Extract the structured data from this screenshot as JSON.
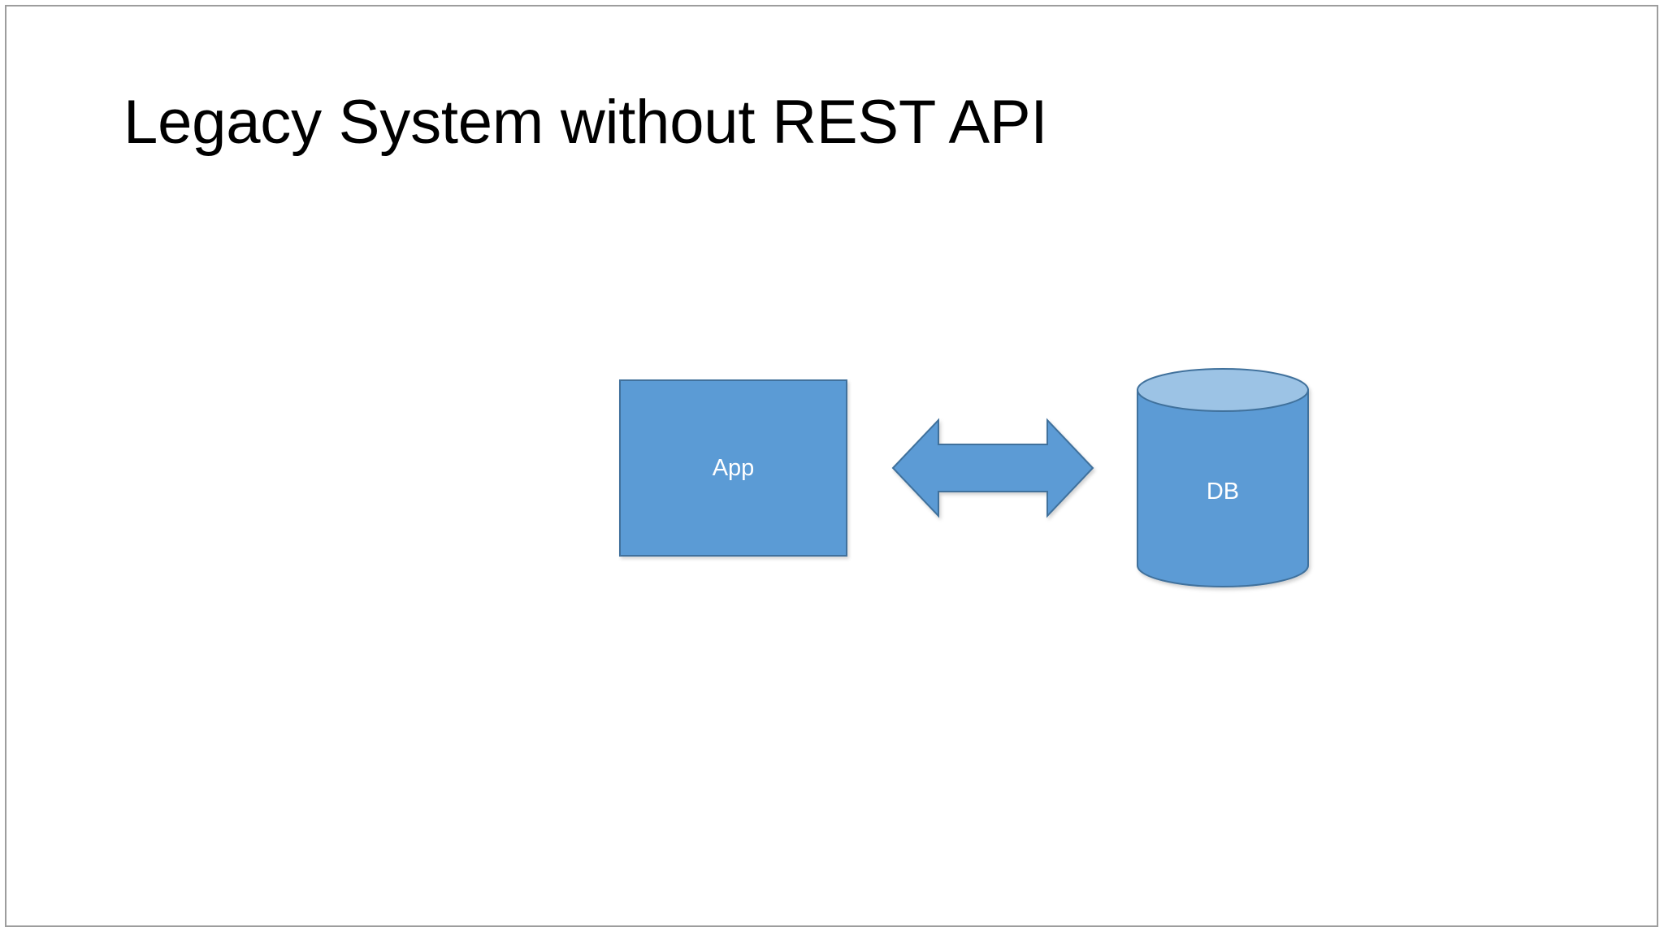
{
  "slide": {
    "title": "Legacy System without REST API",
    "background_color": "#FFFFFF",
    "frame_color": "#9D9D9D",
    "title_color": "#000000"
  },
  "diagram": {
    "type": "architecture-diagram",
    "accent_color": "#5B9BD5",
    "accent_border_color": "#41719C",
    "accent_light_color": "#9CC3E5",
    "label_color": "#FFFFFF",
    "nodes": [
      {
        "id": "app",
        "label": "App",
        "shape": "rectangle",
        "fill": "#5B9BD5",
        "stroke": "#41719C"
      },
      {
        "id": "db",
        "label": "DB",
        "shape": "cylinder",
        "fill": "#5B9BD5",
        "top_fill": "#9CC3E5",
        "stroke": "#41719C"
      }
    ],
    "connectors": [
      {
        "id": "app-db-link",
        "from": "app",
        "to": "db",
        "label": "",
        "shape": "double-headed-arrow",
        "direction": "bidirectional",
        "fill": "#5B9BD5",
        "stroke": "#41719C"
      }
    ]
  }
}
